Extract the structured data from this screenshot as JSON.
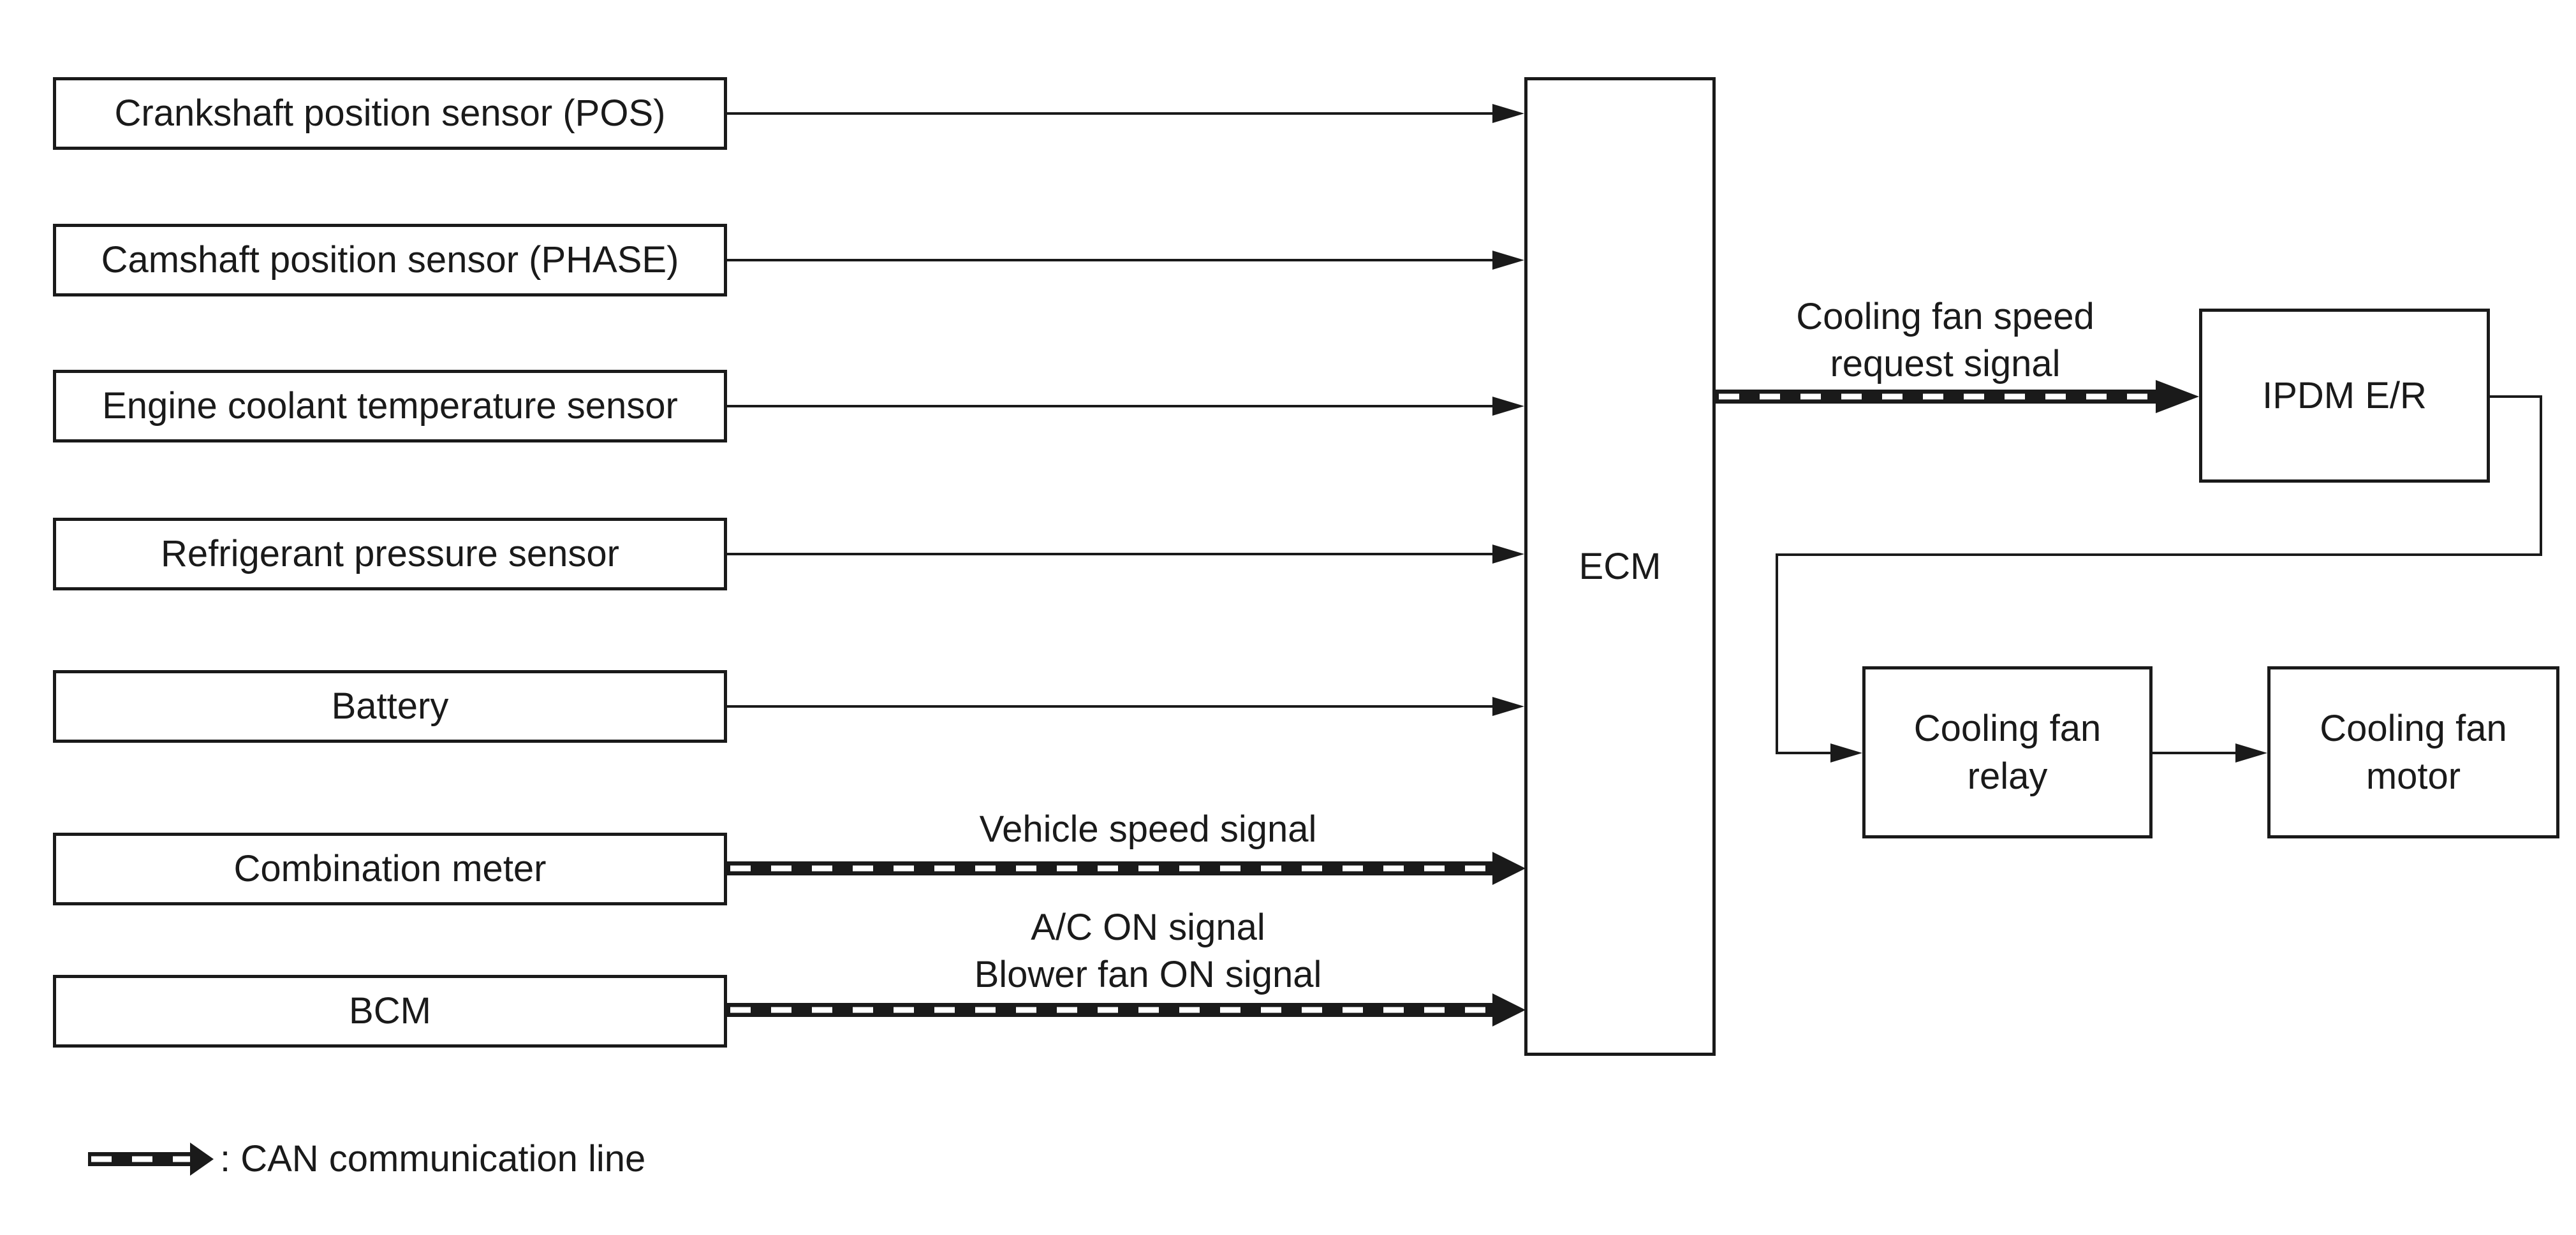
{
  "inputs": [
    {
      "id": "pos",
      "label": "Crankshaft position sensor (POS)"
    },
    {
      "id": "phase",
      "label": "Camshaft position sensor (PHASE)"
    },
    {
      "id": "ect",
      "label": "Engine coolant temperature sensor"
    },
    {
      "id": "refrig",
      "label": "Refrigerant pressure sensor"
    },
    {
      "id": "battery",
      "label": "Battery"
    },
    {
      "id": "combination-meter",
      "label": "Combination meter"
    },
    {
      "id": "bcm",
      "label": "BCM"
    }
  ],
  "ecm": {
    "label": "ECM"
  },
  "ipdm": {
    "label": "IPDM E/R"
  },
  "relay": {
    "label": "Cooling fan\nrelay"
  },
  "motor": {
    "label": "Cooling fan\nmotor"
  },
  "signals": {
    "vehicle_speed": "Vehicle speed signal",
    "bcm_line1": "A/C ON signal",
    "bcm_line2": "Blower fan ON signal",
    "fan_request_line1": "Cooling fan speed",
    "fan_request_line2": "request signal"
  },
  "legend": {
    "label": ": CAN communication line"
  },
  "colors": {
    "line": "#1a1a1a",
    "background": "#ffffff"
  }
}
